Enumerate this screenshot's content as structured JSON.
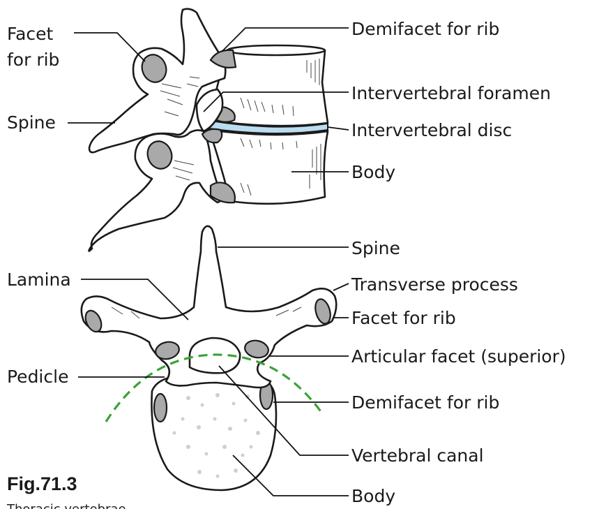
{
  "labels": {
    "lateral": {
      "facet_for_rib": "Facet\nfor rib",
      "spine": "Spine",
      "demifacet_for_rib": "Demifacet for rib",
      "intervertebral_foramen": "Intervertebral foramen",
      "intervertebral_disc": "Intervertebral disc",
      "body": "Body"
    },
    "superior": {
      "spine": "Spine",
      "lamina": "Lamina",
      "transverse_process": "Transverse process",
      "facet_for_rib": "Facet for rib",
      "articular_facet": "Articular facet (superior)",
      "pedicle": "Pedicle",
      "demifacet_for_rib": "Demifacet for rib",
      "vertebral_canal": "Vertebral canal",
      "body": "Body"
    }
  },
  "figure": {
    "number": "Fig.71.3",
    "caption": "Thoracic vertebrae"
  },
  "colors": {
    "facet": "#a9a9a9",
    "disc": "#bcdcf0",
    "arc": "#3aa335",
    "line": "#111111"
  }
}
